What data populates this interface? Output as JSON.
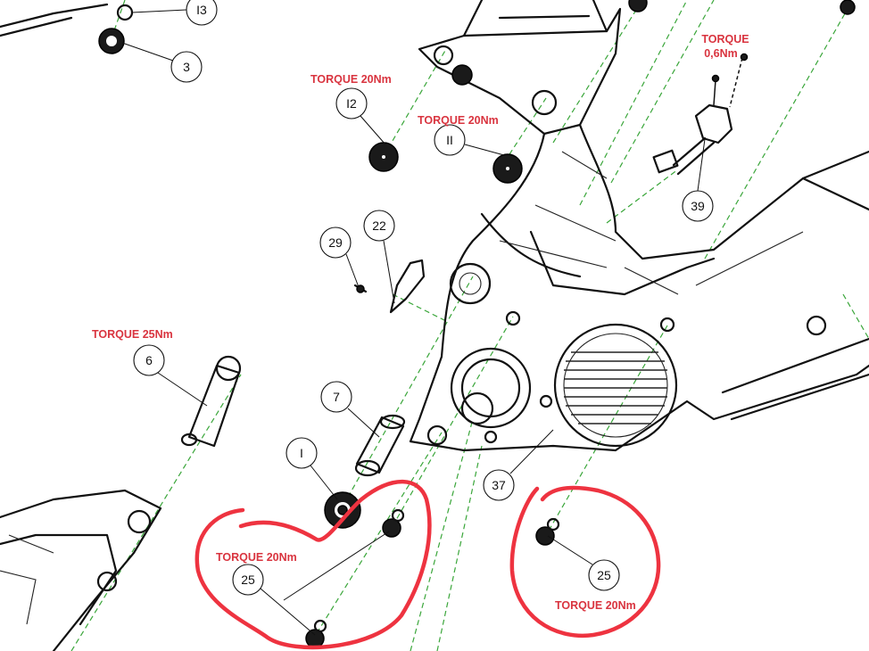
{
  "diagram": {
    "callouts": [
      {
        "id": "13",
        "label": "I3"
      },
      {
        "id": "3",
        "label": "3"
      },
      {
        "id": "12",
        "label": "I2"
      },
      {
        "id": "11",
        "label": "II"
      },
      {
        "id": "39",
        "label": "39"
      },
      {
        "id": "29",
        "label": "29"
      },
      {
        "id": "22",
        "label": "22"
      },
      {
        "id": "6",
        "label": "6"
      },
      {
        "id": "7",
        "label": "7"
      },
      {
        "id": "1",
        "label": "I"
      },
      {
        "id": "37",
        "label": "37"
      },
      {
        "id": "25a",
        "label": "25"
      },
      {
        "id": "25b",
        "label": "25"
      }
    ],
    "torque_labels": {
      "t12": "TORQUE 20Nm",
      "t11": "TORQUE 20Nm",
      "t39_line1": "TORQUE",
      "t39_line2": "0,6Nm",
      "t6": "TORQUE 25Nm",
      "t25a": "TORQUE 20Nm",
      "t25b": "TORQUE 20Nm"
    },
    "colors": {
      "annotation_red": "#ee3340",
      "torque_text": "#d9343f",
      "axis_green": "#3aa63a"
    }
  }
}
